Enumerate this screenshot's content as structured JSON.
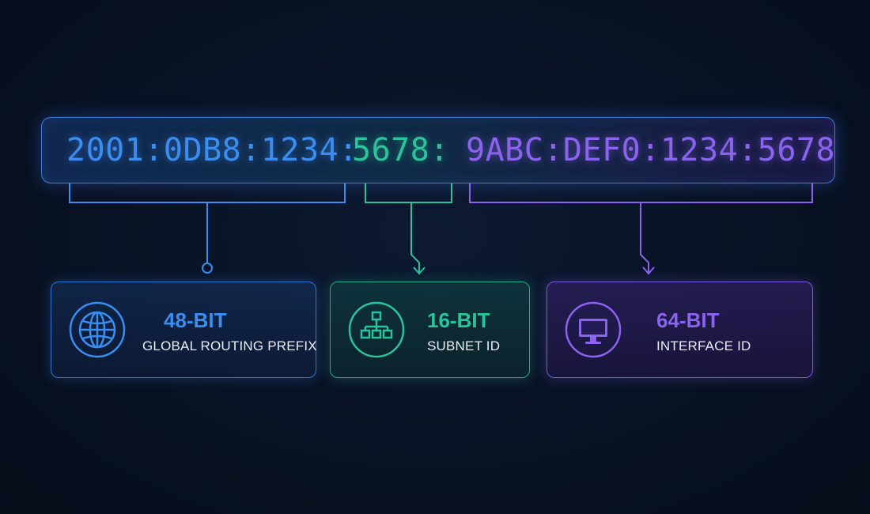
{
  "address": {
    "prefix_part": "2001:0DB8:1234:",
    "subnet_part": "5678:",
    "interface_part": "9ABC:DEF0:1234:5678"
  },
  "segments": [
    {
      "bits": "48-BIT",
      "label": "GLOBAL ROUTING PREFIX",
      "icon": "globe-icon",
      "color": "#3b8df0"
    },
    {
      "bits": "16-BIT",
      "label": "SUBNET ID",
      "icon": "network-hierarchy-icon",
      "color": "#2cc39c"
    },
    {
      "bits": "64-BIT",
      "label": "INTERFACE ID",
      "icon": "monitor-icon",
      "color": "#8a63ee"
    }
  ],
  "colors": {
    "background": "#07101f",
    "prefix": "#3b8df0",
    "subnet": "#2cc39c",
    "interface": "#8a63ee"
  }
}
